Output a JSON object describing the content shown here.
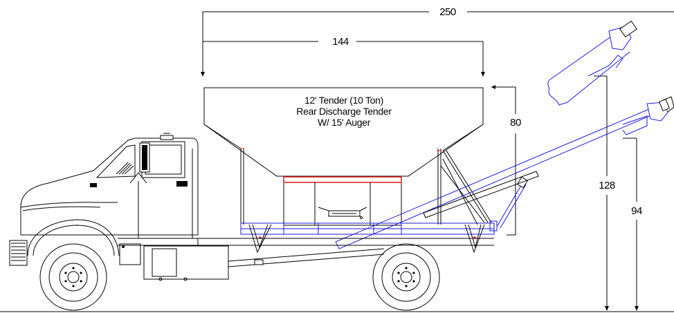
{
  "title": {
    "line1": "12' Tender (10 Ton)",
    "line2": "Rear Discharge Tender",
    "line3": "W/ 15' Auger"
  },
  "dimensions": {
    "overall_length": "250",
    "hopper_length": "144",
    "hopper_height": "80",
    "auger_raised_height": "128",
    "auger_lowered_height": "94"
  },
  "colors": {
    "outline": "#000000",
    "blue_frame": "#1a1adb",
    "red_accent": "#e01818"
  }
}
